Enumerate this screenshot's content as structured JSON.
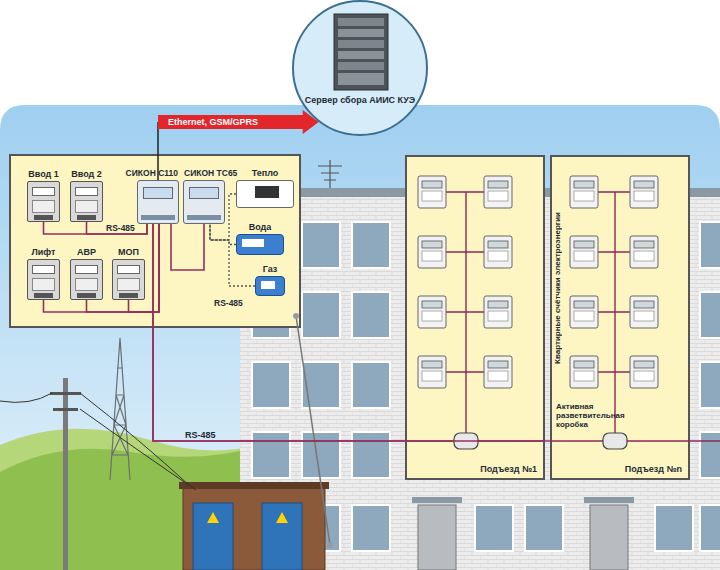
{
  "diagram": {
    "nodes": [
      {
        "text": [
          "Сервер сбора АИИС КУЭ"
        ]
      },
      {
        "text": [
          "Ввод 1"
        ]
      },
      {
        "text": [
          "Ввод 2"
        ]
      },
      {
        "text": [
          "СИКОН С110"
        ]
      },
      {
        "text": [
          "СИКОН ТС65"
        ]
      },
      {
        "text": [
          "Тепло"
        ]
      },
      {
        "text": [
          "Вода"
        ]
      },
      {
        "text": [
          "Газ"
        ]
      },
      {
        "text": [
          "Лифт"
        ]
      },
      {
        "text": [
          "АВР"
        ]
      },
      {
        "text": [
          "МОП"
        ]
      },
      {
        "text": [
          "Подъезд №1"
        ]
      },
      {
        "text": [
          "Подъезд №n"
        ]
      }
    ],
    "edges": [
      {
        "from": 3,
        "to": 0,
        "arrow": "to",
        "label": "Ethernet, GSM/GPRS"
      },
      {
        "from": 1,
        "to": 3,
        "arrow": "none",
        "label": "RS-485"
      },
      {
        "from": 2,
        "to": 3,
        "arrow": "none"
      },
      {
        "from": 8,
        "to": 3,
        "arrow": "none"
      },
      {
        "from": 9,
        "to": 3,
        "arrow": "none"
      },
      {
        "from": 10,
        "to": 3,
        "arrow": "none"
      },
      {
        "from": 4,
        "to": 3,
        "arrow": "none"
      },
      {
        "from": 5,
        "to": 4,
        "arrow": "none"
      },
      {
        "from": 6,
        "to": 4,
        "arrow": "none"
      },
      {
        "from": 7,
        "to": 4,
        "arrow": "none",
        "label": "RS-485"
      },
      {
        "from": 3,
        "to": 11,
        "arrow": "none",
        "label": "RS-485"
      },
      {
        "from": 3,
        "to": 12,
        "arrow": "none"
      }
    ],
    "labels": [
      "Квартирные счётчики электроэнергии",
      "Активная разветвительная коробка"
    ]
  }
}
